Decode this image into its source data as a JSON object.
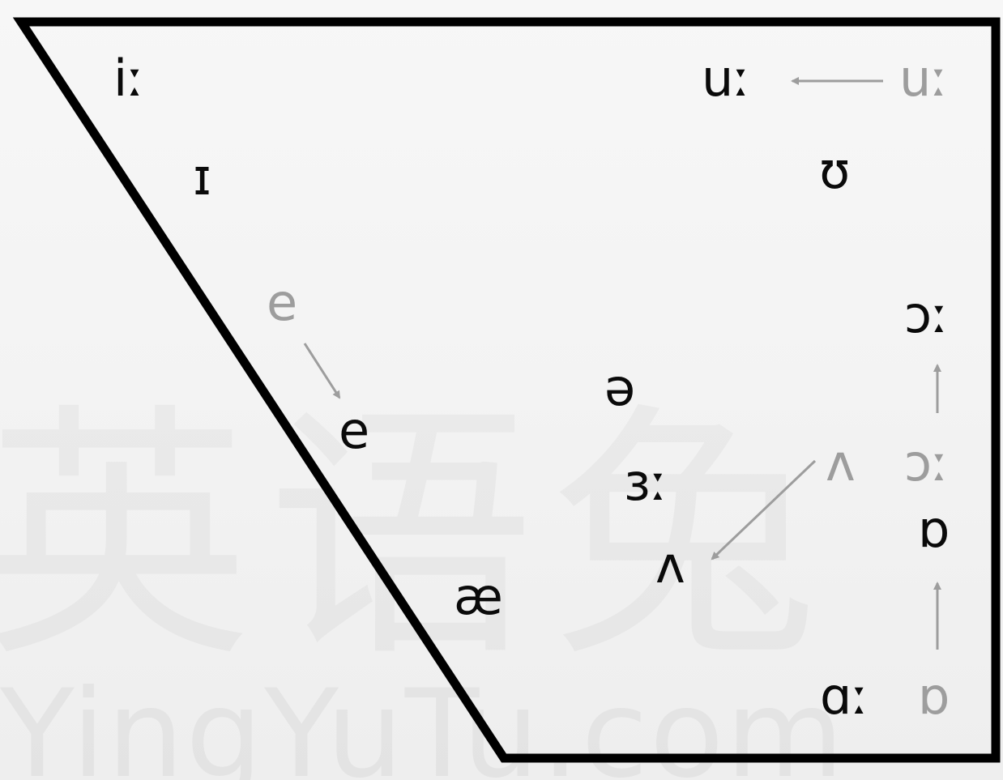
{
  "watermark": {
    "cn": "英语兔",
    "en": "YingYuTu.com"
  },
  "colors": {
    "active": "#0a0a0a",
    "old": "#9d9d9d",
    "outline": "#000000",
    "arrow": "#9d9d9d"
  },
  "vowels": {
    "i_long": "iː",
    "u_long": "uː",
    "u_long_old": "uː",
    "short_i": "ɪ",
    "short_u": "ʊ",
    "e_old": "e",
    "e": "e",
    "schwa": "ə",
    "er_long": "ɜː",
    "open_o_long": "ɔː",
    "open_o_long_old": "ɔː",
    "wedge_old": "ʌ",
    "wedge": "ʌ",
    "short_o": "ɒ",
    "ae": "æ",
    "a_long": "ɑː",
    "short_o_old": "ɒ"
  }
}
